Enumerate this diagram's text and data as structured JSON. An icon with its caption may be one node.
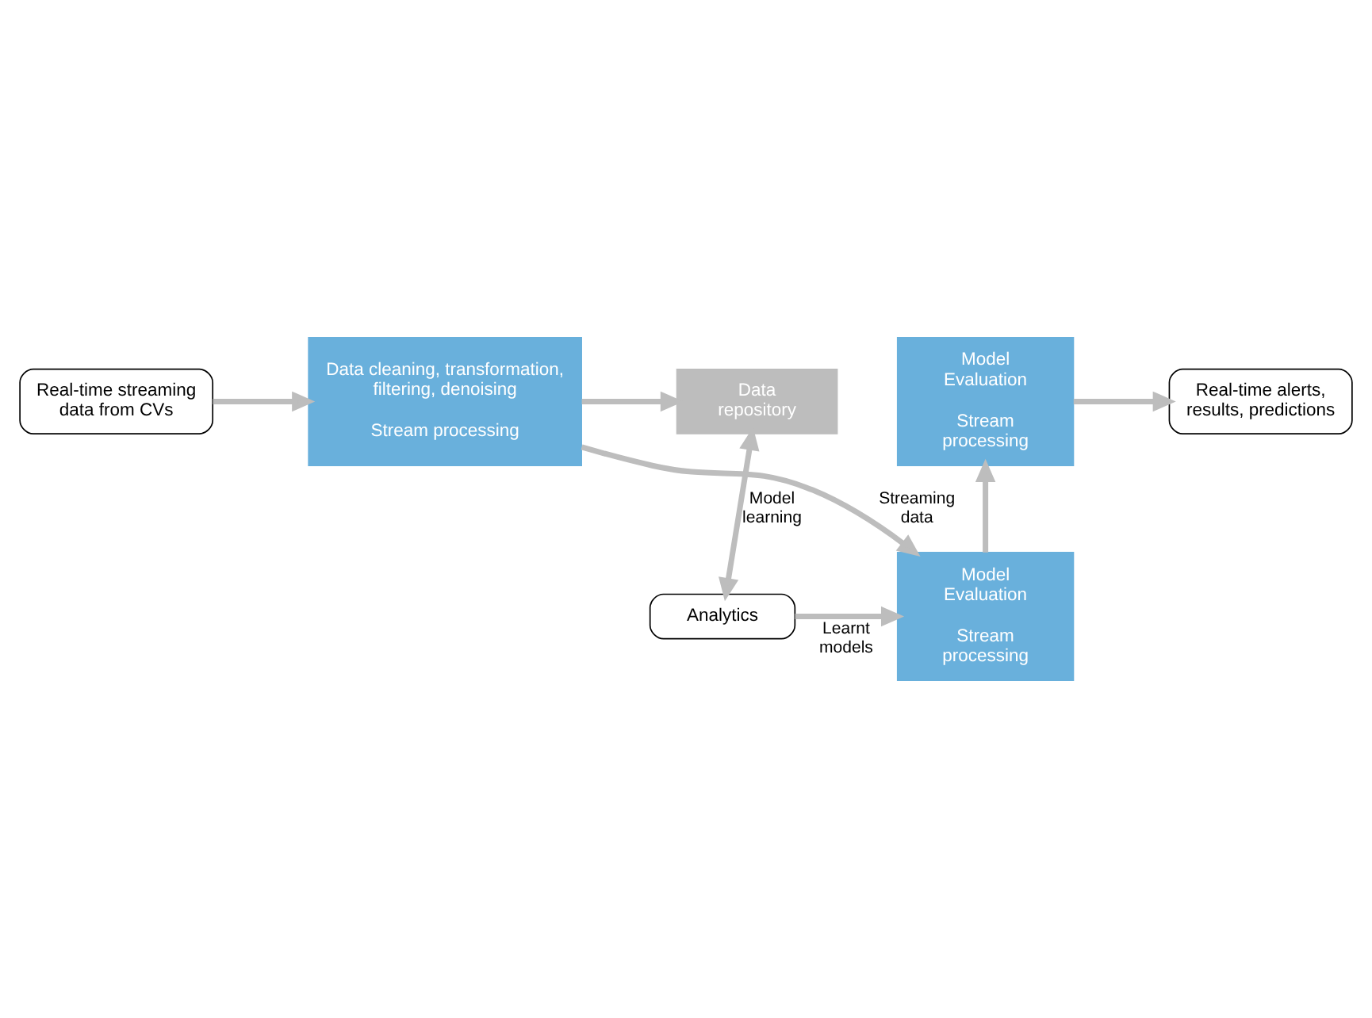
{
  "diagram": {
    "nodes": [
      {
        "text": [
          "Model Evaluation",
          "Stream processing"
        ]
      },
      {
        "text": [
          "Real-time alerts, results, predictions"
        ]
      },
      {
        "text": [
          "Model Evaluation",
          "Stream processing"
        ]
      },
      {
        "text": [
          "Analytics"
        ]
      },
      {
        "text": [
          "Real-time streaming data from CVs"
        ]
      },
      {
        "text": [
          "Data cleaning, transformation, filtering, denoising",
          "Stream processing"
        ]
      },
      {
        "text": [
          "Data repository"
        ]
      }
    ],
    "edges": [
      {
        "from": 0,
        "to": 1,
        "arrow": "to"
      },
      {
        "from": 2,
        "to": 0,
        "arrow": "to"
      },
      {
        "from": 3,
        "to": 2,
        "arrow": "to",
        "label": "Learnt models"
      },
      {
        "from": 5,
        "to": 2,
        "arrow": "to",
        "label": "Streaming data"
      },
      {
        "from": 3,
        "to": 6,
        "arrow": "both",
        "label": "Model learning"
      },
      {
        "from": 4,
        "to": 5,
        "arrow": "to"
      },
      {
        "from": 5,
        "to": 6,
        "arrow": "to"
      }
    ]
  }
}
